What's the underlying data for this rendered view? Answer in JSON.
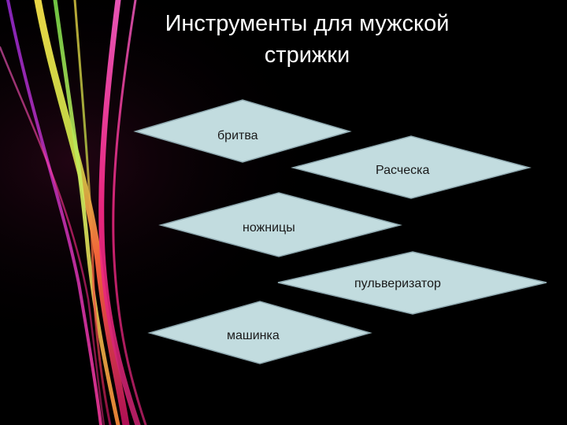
{
  "slide": {
    "title_line1": "Инструменты для мужской",
    "title_line2": "стрижки"
  },
  "diagram": {
    "items": [
      {
        "label": "бритва"
      },
      {
        "label": "Расческа"
      },
      {
        "label": "ножницы"
      },
      {
        "label": "пульверизатор"
      },
      {
        "label": "машинка"
      }
    ]
  },
  "colors": {
    "background": "#000000",
    "shape_fill": "#c2dcdf",
    "shape_stroke": "#8fa9b0",
    "title_text": "#ffffff",
    "label_text": "#1a1a1a"
  }
}
